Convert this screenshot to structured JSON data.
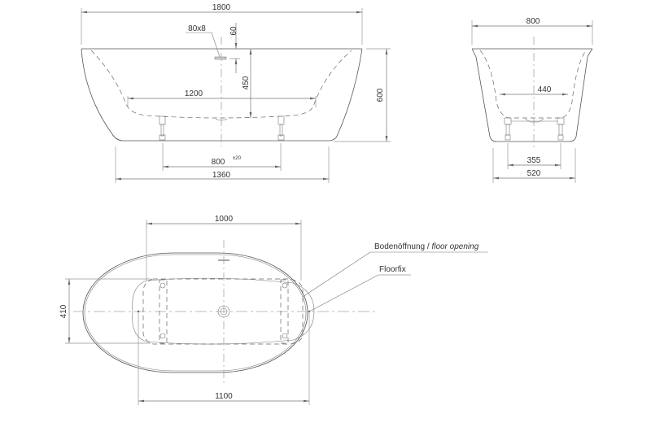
{
  "side_view": {
    "overall_length": "1800",
    "overflow_size": "80x8",
    "overflow_offset": "60",
    "depth": "450",
    "height": "600",
    "inner_bottom_length": "1200",
    "foot_spacing": "800",
    "foot_spacing_tolerance": "±20",
    "base_length": "1360"
  },
  "end_view": {
    "overall_width": "800",
    "inner_bottom_width": "440",
    "foot_spacing": "355",
    "base_width": "520"
  },
  "top_view": {
    "opening_length": "1000",
    "opening_width": "410",
    "floorfix_spacing": "1100",
    "label_floor_opening_de": "Bodenöffnung /",
    "label_floor_opening_en": "floor opening",
    "label_floorfix": "Floorfix"
  }
}
